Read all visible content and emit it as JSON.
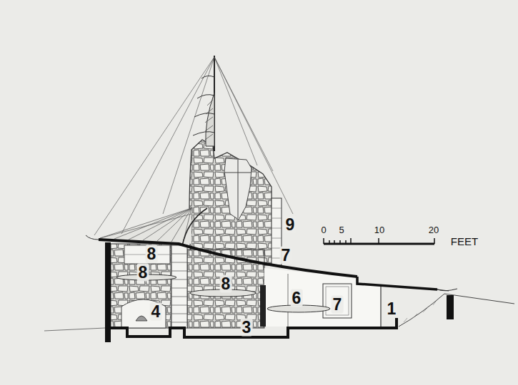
{
  "diagram": {
    "labels": [
      "8",
      "9",
      "8",
      "7",
      "8",
      "6",
      "7",
      "1",
      "4",
      "3",
      "0",
      "5",
      "10",
      "20",
      "FEET"
    ]
  }
}
